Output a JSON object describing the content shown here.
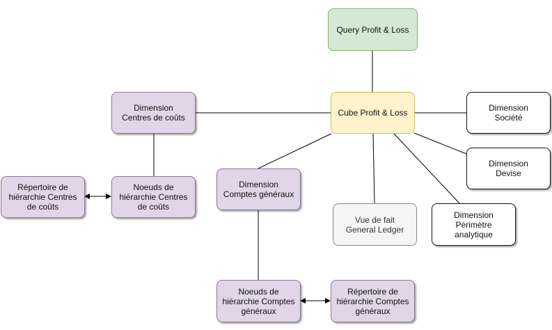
{
  "nodes": {
    "query_pl": "Query Profit & Loss",
    "cube_pl": "Cube Profit & Loss",
    "dim_centres": "Dimension\nCentres de coûts",
    "dim_societe": "Dimension\nSociété",
    "dim_devise": "Dimension\nDevise",
    "dim_comptes": "Dimension\nComptes généraux",
    "dim_perimetre": "Dimension\nPérimètre\nanalytique",
    "vue_gl": "Vue de fait\nGeneral Ledger",
    "noeuds_centres": "Noeuds de\nhiérarchie Centres\nde coûts",
    "rep_centres": "Répertoire de\nhiérarchie Centres\nde coûts",
    "noeuds_comptes": "Noeuds de\nhiérarchie Comptes\ngénéraux",
    "rep_comptes": "Répertoire de\nhiérarchie Comptes\ngénéraux"
  },
  "colors": {
    "query_fill": "#d5e8d4",
    "cube_fill": "#fff2cc",
    "hierarchy_fill": "#e1d5e7",
    "fact_fill": "#f5f5f5",
    "edge": "#000000"
  }
}
